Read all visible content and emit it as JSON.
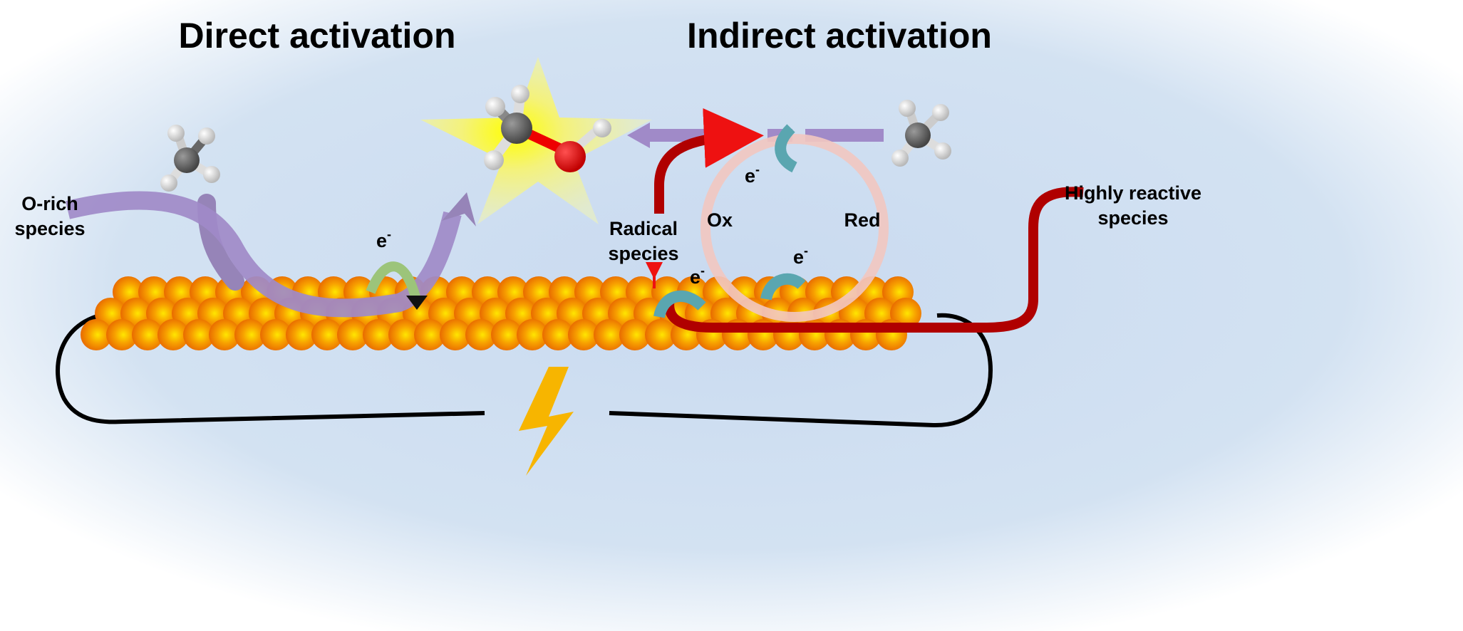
{
  "titles": {
    "direct": "Direct activation",
    "indirect": "Indirect activation"
  },
  "labels": {
    "o_rich_line1": "O-rich",
    "o_rich_line2": "species",
    "radical_line1": "Radical",
    "radical_line2": "species",
    "ox": "Ox",
    "red": "Red",
    "highly_line1": "Highly reactive",
    "highly_line2": "species",
    "electron": "e",
    "electron_sup": "-"
  },
  "colors": {
    "electrode": "#f08a00",
    "purple_arrow": "#a08ac8",
    "dark_red_arrow": "#b00000",
    "teal_arrow": "#5aa6b0",
    "green_arrow": "#9cc47a",
    "cycle": "#f2c6c0",
    "lightning": "#f7b500",
    "star": "#f4f27a"
  }
}
